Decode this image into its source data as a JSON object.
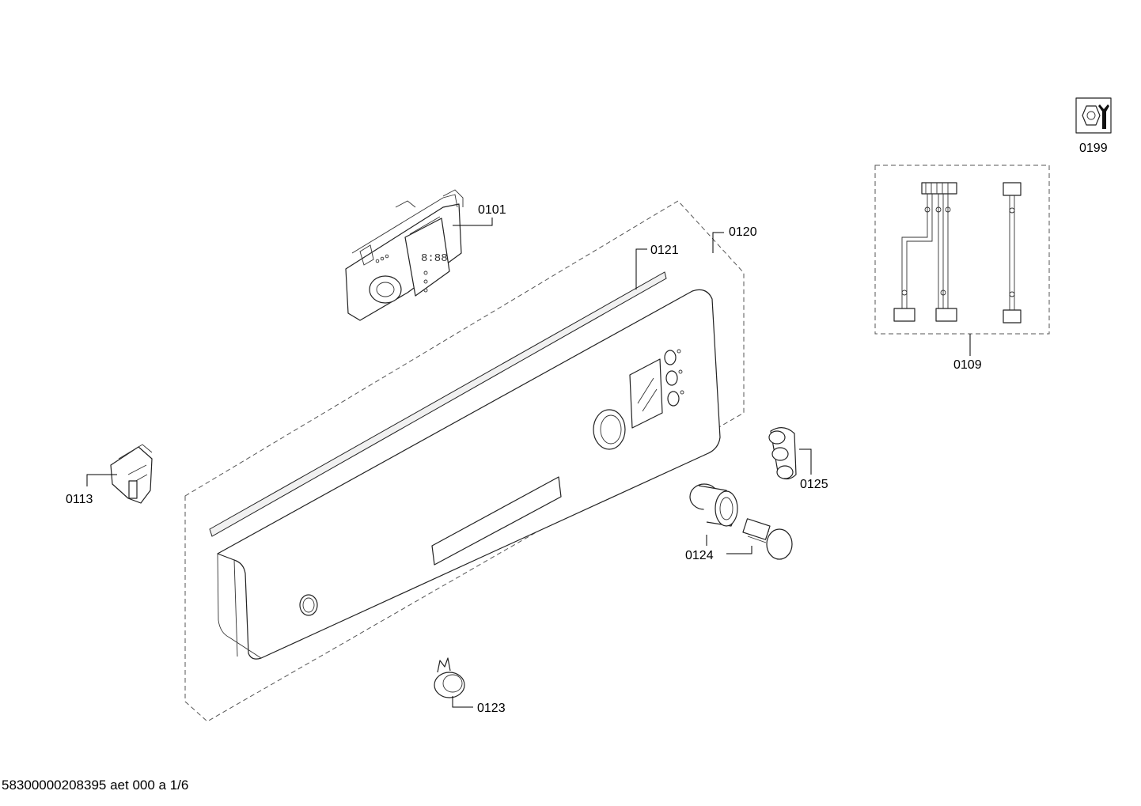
{
  "labels": {
    "p0101": "0101",
    "p0109": "0109",
    "p0113": "0113",
    "p0120": "0120",
    "p0121": "0121",
    "p0123": "0123",
    "p0124": "0124",
    "p0125": "0125",
    "p0199": "0199"
  },
  "footer": "58300000208395 aet 000 a 1/6",
  "icons": {
    "tool_kit": "nut-and-wrench-icon"
  }
}
